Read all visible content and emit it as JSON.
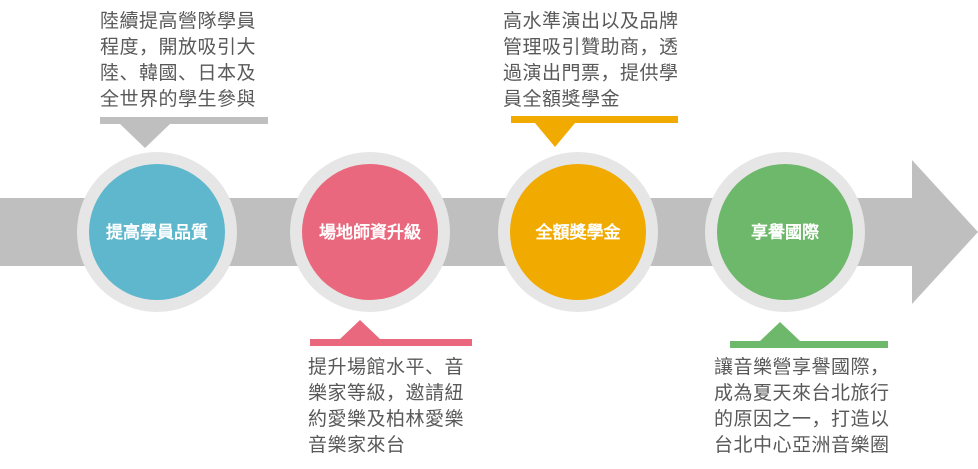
{
  "colors": {
    "arrow": "#bfbfbf",
    "halo": "#e6e6e6",
    "step1": "#5eb7cc",
    "step2": "#e9687d",
    "step3": "#f0aa00",
    "step4": "#6db86a",
    "text": "#595959"
  },
  "steps": [
    {
      "label": "提高學員品質",
      "description_lines": [
        "陸續提高營隊學員",
        "程度，開放吸引大",
        "陸、韓國、日本及",
        "全世界的學生參與"
      ],
      "callout_position": "top",
      "color_key": "step1",
      "accent_key": "arrow"
    },
    {
      "label": "場地師資升級",
      "description_lines": [
        "提升場館水平、音",
        "樂家等級，邀請紐",
        "約愛樂及柏林愛樂",
        "音樂家來台"
      ],
      "callout_position": "bottom",
      "color_key": "step2",
      "accent_key": "step2"
    },
    {
      "label": "全額獎學金",
      "description_lines": [
        "高水準演出以及品牌",
        "管理吸引贊助商，透",
        "過演出門票，提供學",
        "員全額獎學金"
      ],
      "callout_position": "top",
      "color_key": "step3",
      "accent_key": "step3"
    },
    {
      "label": "享譽國際",
      "description_lines": [
        "讓音樂營享譽國際，",
        "成為夏天來台北旅行",
        "的原因之一，打造以",
        "台北中心亞洲音樂圈"
      ],
      "callout_position": "bottom",
      "color_key": "step4",
      "accent_key": "step4"
    }
  ]
}
